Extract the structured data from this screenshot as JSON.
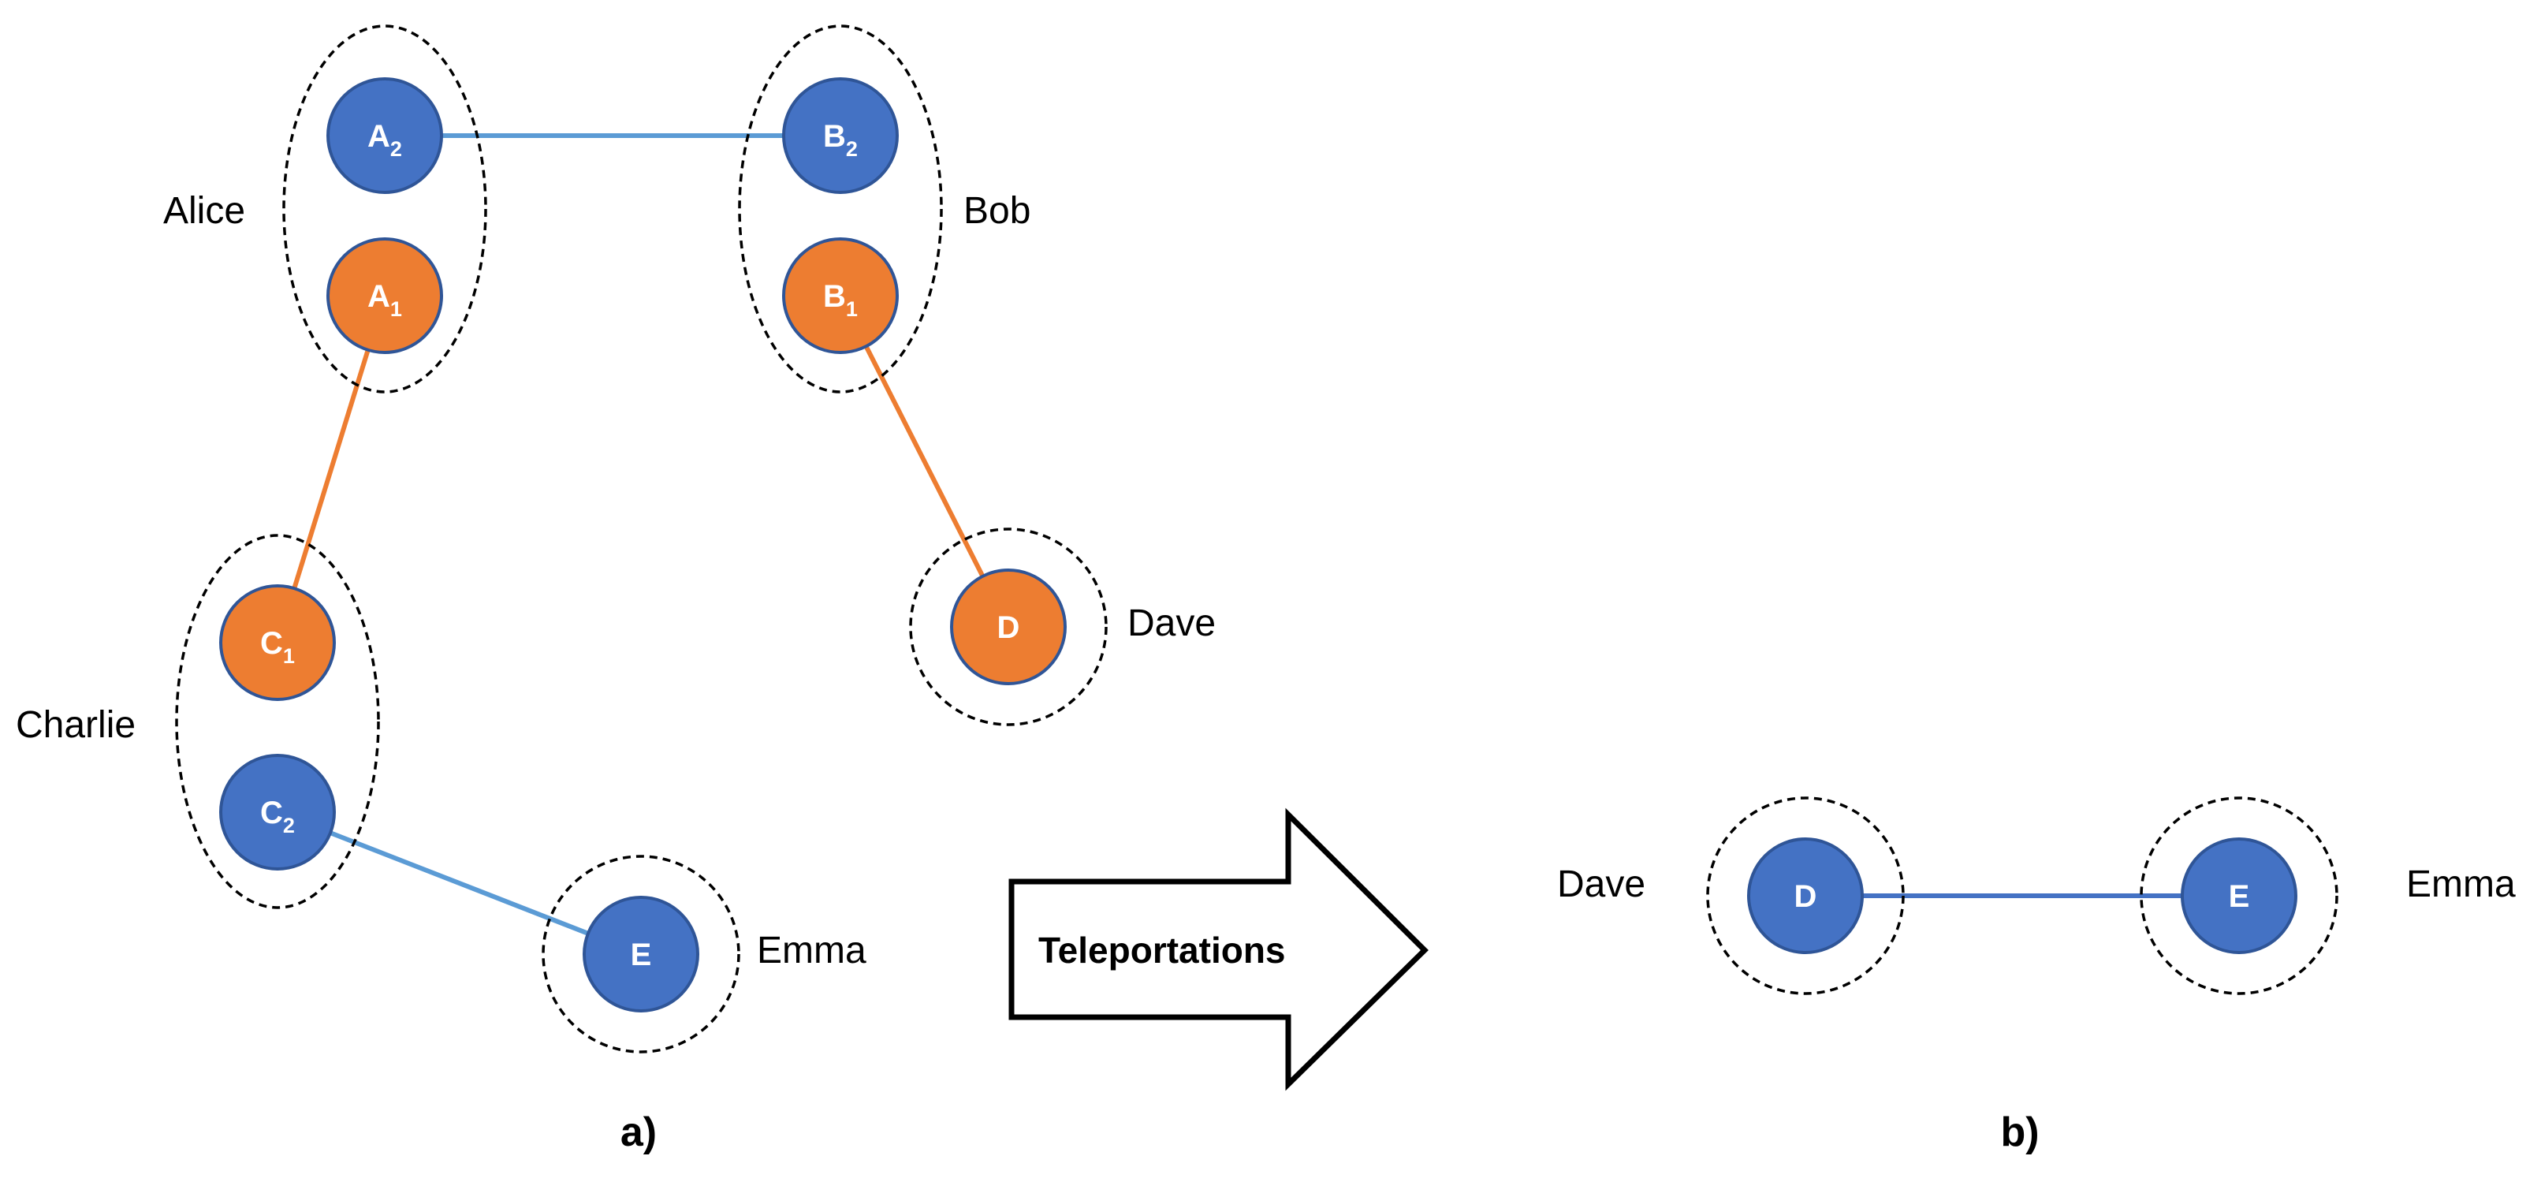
{
  "colors": {
    "blue": "#4472c4",
    "orange": "#ed7d31",
    "blue_link": "#5b9bd5",
    "blue_link_dark": "#4472c4",
    "orange_link": "#ed7d31"
  },
  "parties": {
    "alice": "Alice",
    "bob": "Bob",
    "charlie": "Charlie",
    "dave_a": "Dave",
    "emma_a": "Emma",
    "dave_b": "Dave",
    "emma_b": "Emma"
  },
  "nodes": {
    "a2": {
      "main": "A",
      "sub": "2",
      "color": "blue"
    },
    "a1": {
      "main": "A",
      "sub": "1",
      "color": "orange"
    },
    "b2": {
      "main": "B",
      "sub": "2",
      "color": "blue"
    },
    "b1": {
      "main": "B",
      "sub": "1",
      "color": "orange"
    },
    "c1": {
      "main": "C",
      "sub": "1",
      "color": "orange"
    },
    "c2": {
      "main": "C",
      "sub": "2",
      "color": "blue"
    },
    "d_a": {
      "main": "D",
      "sub": "",
      "color": "orange"
    },
    "e_a": {
      "main": "E",
      "sub": "",
      "color": "blue"
    },
    "d_b": {
      "main": "D",
      "sub": "",
      "color": "blue"
    },
    "e_b": {
      "main": "E",
      "sub": "",
      "color": "blue"
    }
  },
  "links": [
    {
      "from": "a2",
      "to": "b2",
      "color": "blue_link"
    },
    {
      "from": "a1",
      "to": "c1",
      "color": "orange_link"
    },
    {
      "from": "b1",
      "to": "d_a",
      "color": "orange_link"
    },
    {
      "from": "c2",
      "to": "e_a",
      "color": "blue_link"
    },
    {
      "from": "d_b",
      "to": "e_b",
      "color": "blue_link_dark"
    }
  ],
  "arrow": {
    "label": "Teleportations"
  },
  "panels": {
    "a": "a)",
    "b": "b)"
  }
}
